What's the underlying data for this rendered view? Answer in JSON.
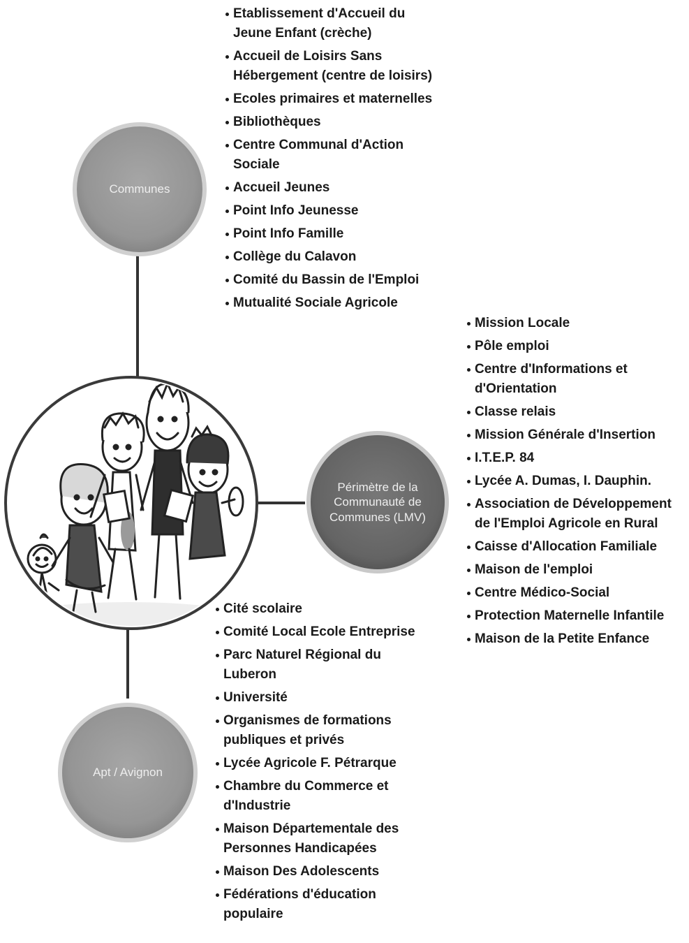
{
  "colors": {
    "node_fill": "#9b9b9b",
    "node_center_fill": "#6b6b6b",
    "node_ring": "#c9c9c9",
    "connector": "#333333",
    "text": "#1a1a1a",
    "node_text": "#eeeeee"
  },
  "illustration": {
    "icon": "cartoon-children-group-icon"
  },
  "nodes": {
    "communes": {
      "label": "Communes"
    },
    "perimetre": {
      "label": "Périmètre de la Communauté de Communes (LMV)"
    },
    "apt": {
      "label": "Apt / Avignon"
    }
  },
  "lists": {
    "communes": [
      "Etablissement d'Accueil du Jeune Enfant (crèche)",
      "Accueil de Loisirs Sans Hébergement (centre de loisirs)",
      "Ecoles primaires et maternelles",
      "Bibliothèques",
      "Centre Communal d'Action Sociale",
      "Accueil Jeunes",
      "Point Info Jeunesse",
      "Point Info Famille",
      "Collège du Calavon",
      "Comité du Bassin de l'Emploi",
      "Mutualité Sociale Agricole"
    ],
    "perimetre": [
      "Mission Locale",
      "Pôle emploi",
      "Centre d'Informations et d'Orientation",
      "Classe relais",
      "Mission Générale d'Insertion",
      "I.T.E.P. 84",
      "Lycée A. Dumas, I. Dauphin.",
      "Association de Développement de l'Emploi Agricole en Rural",
      "Caisse d'Allocation Familiale",
      "Maison de l'emploi",
      "Centre Médico-Social",
      "Protection Maternelle Infantile",
      "Maison de la Petite Enfance"
    ],
    "apt": [
      "Cité scolaire",
      "Comité Local Ecole Entreprise",
      "Parc Naturel Régional du Luberon",
      "Université",
      "Organismes de formations publiques et privés",
      "Lycée Agricole F. Pétrarque",
      "Chambre du Commerce et d'Industrie",
      "Maison Départementale des Personnes Handicapées",
      "Maison Des Adolescents",
      "Fédérations d'éducation populaire"
    ]
  }
}
